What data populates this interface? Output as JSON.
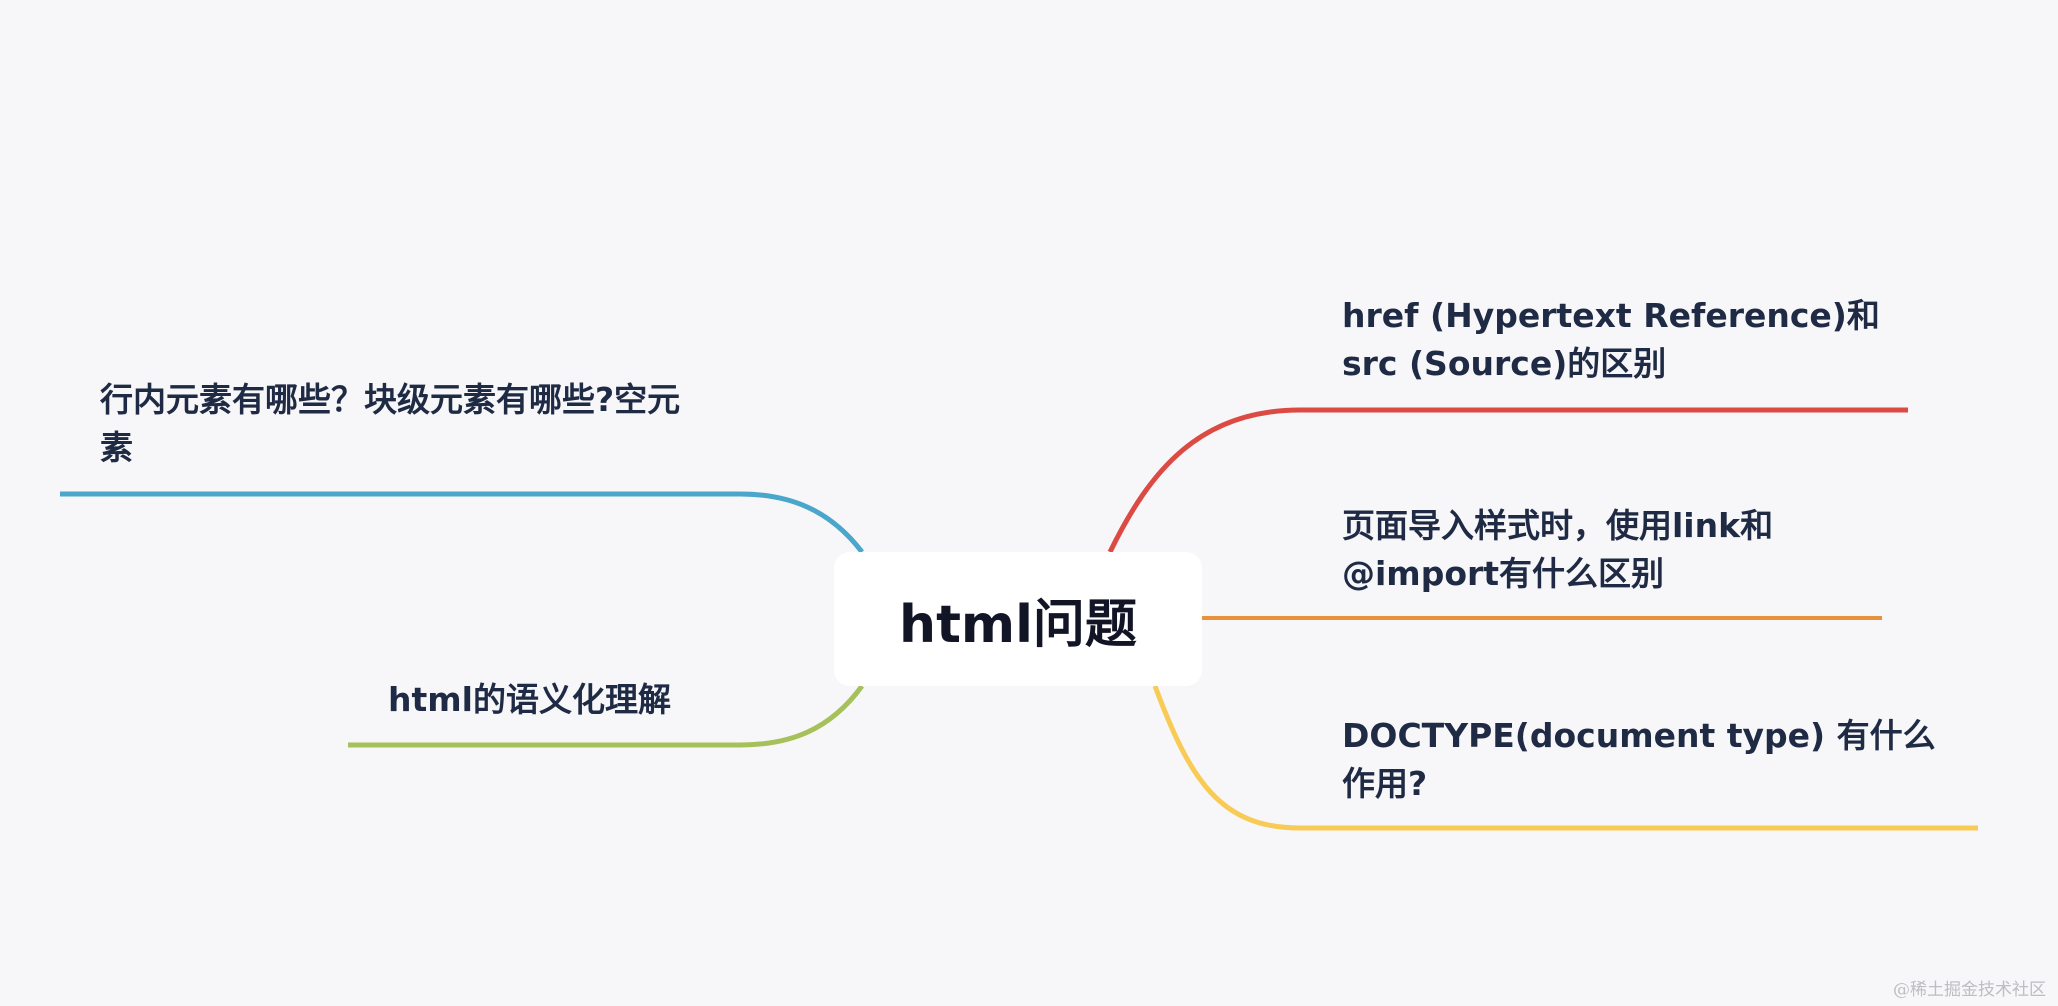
{
  "root": {
    "label": "html问题"
  },
  "branches": [
    {
      "id": "href-src",
      "label": "href (Hypertext Reference)和src (Source)的区别",
      "color": "#dc4b43"
    },
    {
      "id": "link-import",
      "label": "页面导入样式时，使用link和@import有什么区别",
      "color": "#e8913d"
    },
    {
      "id": "doctype",
      "label": "DOCTYPE(document type) 有什么作用?",
      "color": "#f7cb56"
    },
    {
      "id": "inline-block",
      "label": "行内元素有哪些？块级元素有哪些?空元素",
      "color": "#4aa6cb"
    },
    {
      "id": "semantic",
      "label": "html的语义化理解",
      "color": "#a6c05a"
    }
  ],
  "watermark": "@稀土掘金技术社区"
}
